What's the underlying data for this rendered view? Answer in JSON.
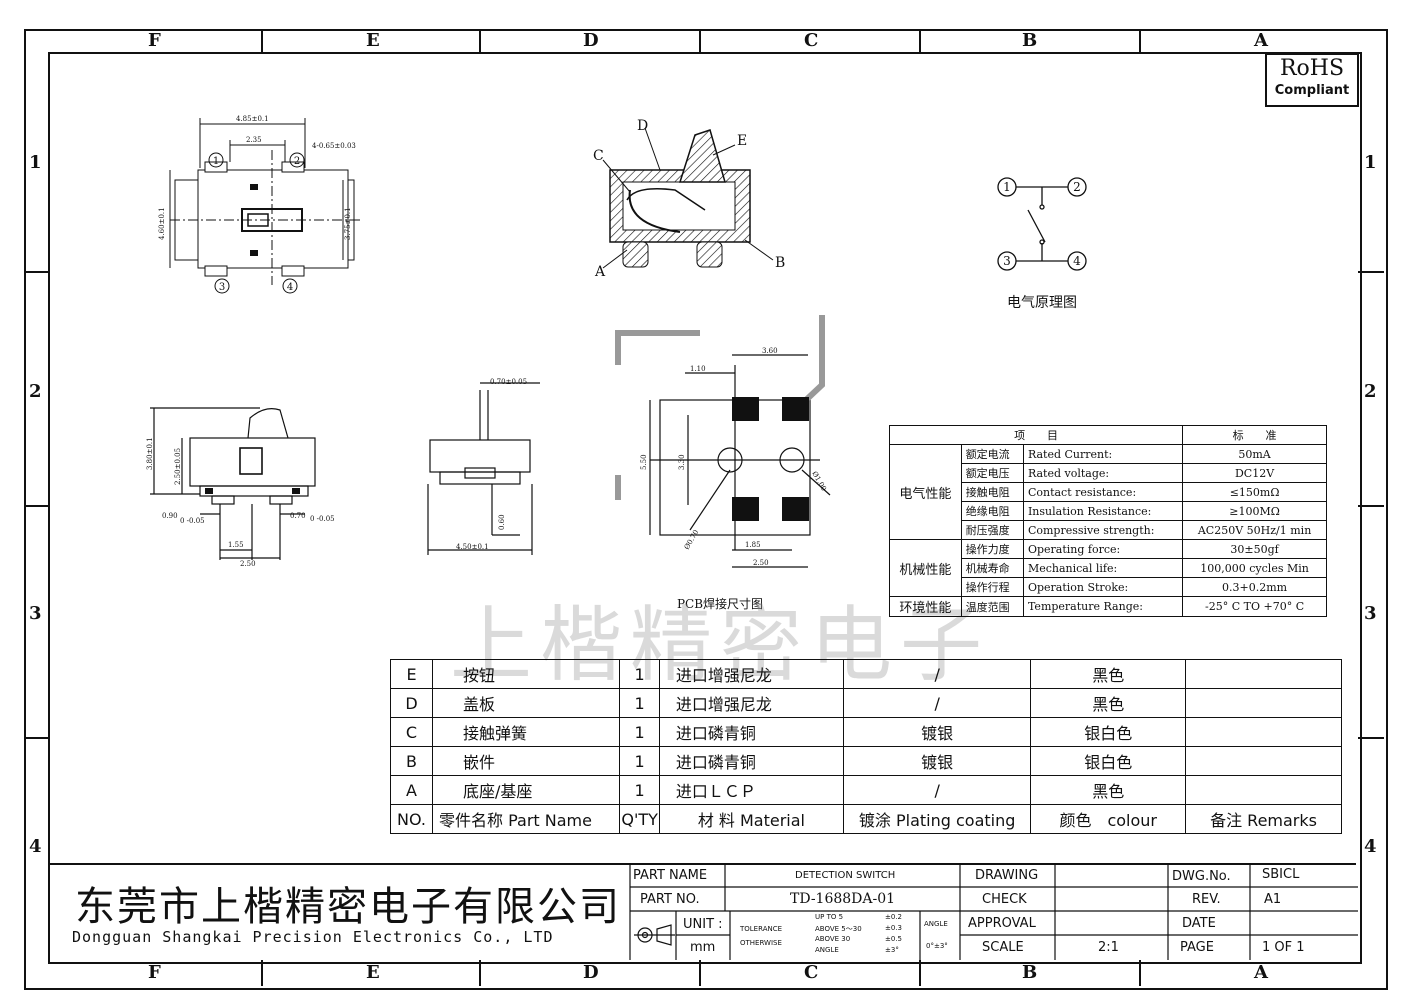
{
  "zones": {
    "columns": [
      "F",
      "E",
      "D",
      "C",
      "B",
      "A"
    ],
    "rows": [
      "1",
      "2",
      "3",
      "4"
    ]
  },
  "rohs": {
    "line1": "RoHS",
    "line2": "Compliant"
  },
  "top_view": {
    "dim_width": "4.85±0.1",
    "dim_pitch": "2.35",
    "dim_pin": "4-0.65±0.03",
    "dim_height_left": "4.60±0.1",
    "dim_height_right": "3.75±0.1",
    "pins": [
      "1",
      "2",
      "3",
      "4"
    ]
  },
  "section_view": {
    "labels": [
      "A",
      "B",
      "C",
      "D",
      "E"
    ]
  },
  "schematic": {
    "pins": [
      "1",
      "2",
      "3",
      "4"
    ],
    "caption": "电气原理图"
  },
  "side_view": {
    "dim_total": "3.80±0.1",
    "dim_body": "2.50±0.05",
    "dim_left": "0.90",
    "dim_right": "0.70",
    "tol": "0 -0.05",
    "dim_155": "1.55",
    "dim_250": "2.50"
  },
  "front_view": {
    "dim_actuator": "0.70±0.05",
    "dim_base": "4.50±0.1",
    "dim_060": "0.60"
  },
  "pcb_view": {
    "dim_360": "3.60",
    "dim_110": "1.10",
    "dim_550": "5.50",
    "dim_330": "3.30",
    "dim_hole": "Ø1.00",
    "dim_slot": "Ø0.70",
    "dim_185": "1.85",
    "dim_250": "2.50",
    "caption": "PCB焊接尺寸图"
  },
  "spec_table": {
    "header": {
      "item": "项　　目",
      "standard": "标　　准"
    },
    "groups": [
      {
        "name": "电气性能",
        "rows": [
          {
            "cn": "额定电流",
            "en": "Rated Current:",
            "val": "50mA"
          },
          {
            "cn": "额定电压",
            "en": "Rated voltage:",
            "val": "DC12V"
          },
          {
            "cn": "接触电阻",
            "en": "Contact resistance:",
            "val": "≤150mΩ"
          },
          {
            "cn": "绝缘电阻",
            "en": "Insulation Resistance:",
            "val": "≥100MΩ"
          },
          {
            "cn": "耐压强度",
            "en": "Compressive strength:",
            "val": "AC250V  50Hz/1 min"
          }
        ]
      },
      {
        "name": "机械性能",
        "rows": [
          {
            "cn": "操作力度",
            "en": "Operating force:",
            "val": "30±50gf"
          },
          {
            "cn": "机械寿命",
            "en": "Mechanical life:",
            "val": "100,000 cycles Min"
          },
          {
            "cn": "操作行程",
            "en": "Operation Stroke:",
            "val": "0.3+0.2mm"
          }
        ]
      },
      {
        "name": "环境性能",
        "rows": [
          {
            "cn": "温度范围",
            "en": "Temperature Range:",
            "val": "-25° C TO +70° C"
          }
        ]
      }
    ]
  },
  "watermark": "上楷精密电子",
  "bom": {
    "rows": [
      {
        "no": "E",
        "name": "按钮",
        "qty": "1",
        "material": "进口增强尼龙",
        "plating": "/",
        "colour": "黑色",
        "remarks": ""
      },
      {
        "no": "D",
        "name": "盖板",
        "qty": "1",
        "material": "进口增强尼龙",
        "plating": "/",
        "colour": "黑色",
        "remarks": ""
      },
      {
        "no": "C",
        "name": "接触弹簧",
        "qty": "1",
        "material": "进口磷青铜",
        "plating": "镀银",
        "colour": "银白色",
        "remarks": ""
      },
      {
        "no": "B",
        "name": "嵌件",
        "qty": "1",
        "material": "进口磷青铜",
        "plating": "镀银",
        "colour": "银白色",
        "remarks": ""
      },
      {
        "no": "A",
        "name": "底座/基座",
        "qty": "1",
        "material": "进口ＬＣＰ",
        "plating": "/",
        "colour": "黑色",
        "remarks": ""
      }
    ],
    "header": {
      "no": "NO.",
      "name": "零件名称 Part Name",
      "qty": "Q'TY",
      "material": "材 料 Material",
      "plating": "镀涂 Plating coating",
      "colour": "颜色　colour",
      "remarks": "备注 Remarks"
    }
  },
  "title_block": {
    "company_cn": "东莞市上楷精密电子有限公司",
    "company_en": "Dongguan Shangkai Precision Electronics Co., LTD",
    "part_name_label": "PART NAME",
    "part_name": "DETECTION SWITCH",
    "part_no_label": "PART NO.",
    "part_no": "TD-1688DA-01",
    "unit_label": "UNIT :",
    "unit": "mm",
    "tolerance_label": "TOLERANCE",
    "otherwise_label": "OTHERWISE",
    "tol_rows": [
      {
        "range": "UP TO 5",
        "val": "±0.2"
      },
      {
        "range": "ABOVE 5～30",
        "val": "±0.3"
      },
      {
        "range": "ABOVE 30",
        "val": "±0.5"
      },
      {
        "range": "ANGLE",
        "val": "±3°"
      }
    ],
    "angle_label": "ANGLE",
    "angle_val": "0°±3°",
    "drawing_label": "DRAWING",
    "check_label": "CHECK",
    "approval_label": "APPROVAL",
    "scale_label": "SCALE",
    "scale": "2:1",
    "dwg_label": "DWG.No.",
    "dwg": "SBICL",
    "rev_label": "REV.",
    "rev": "A1",
    "date_label": "DATE",
    "page_label": "PAGE",
    "page": "1 OF 1"
  }
}
